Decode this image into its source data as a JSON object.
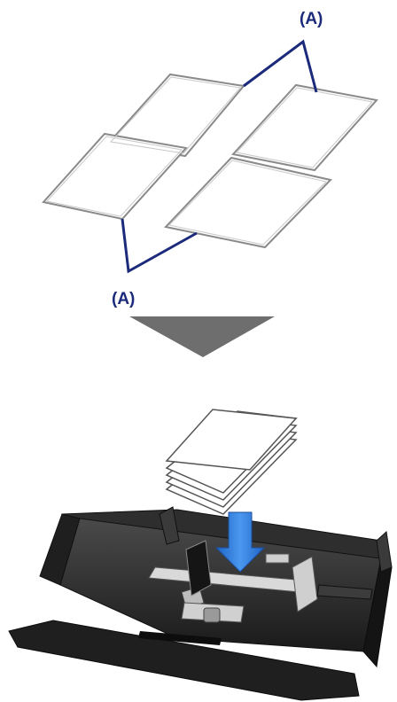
{
  "figure": {
    "top_panel": {
      "description_items": [
        "paper-sheet-top-left",
        "paper-sheet-top-right",
        "paper-sheet-bottom-left",
        "paper-sheet-bottom-right"
      ],
      "callout_top_label": "(A)",
      "callout_bottom_label": "(A)"
    },
    "arrow": {
      "direction": "down"
    },
    "bottom_panel": {
      "paper_stack_sheets": 4,
      "insert_arrow_direction": "down"
    }
  },
  "colors": {
    "callout_line": "#1b2a7a",
    "callout_text": "#1b2a7a",
    "transition_arrow": "#6e6e6e",
    "insert_arrow": "#2f7ad8",
    "tray_body": "#2b2b2b",
    "paper_fill": "#ffffff",
    "paper_edge": "#8a8a8a"
  },
  "icons": {
    "transition_arrow": "down-triangle-arrow-icon",
    "insert_arrow": "down-block-arrow-icon"
  }
}
